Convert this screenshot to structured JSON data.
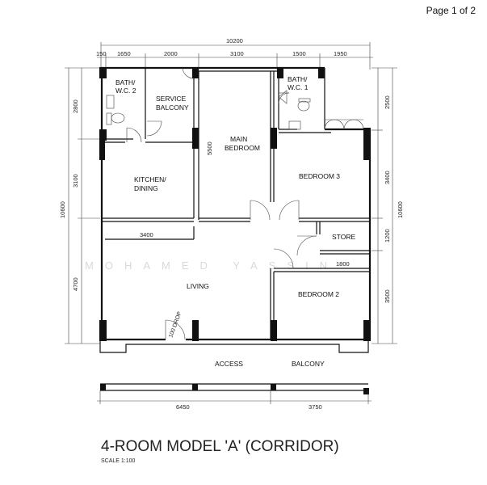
{
  "page_indicator": "Page 1 of 2",
  "title": "4-ROOM MODEL 'A' (CORRIDOR)",
  "scale": "SCALE 1:100",
  "watermark": "MOHAMED YASSIN",
  "rooms": {
    "bath_wc2": [
      "BATH/",
      "W.C. 2"
    ],
    "service_balcony": [
      "SERVICE",
      "BALCONY"
    ],
    "main_bedroom": [
      "MAIN",
      "BEDROOM"
    ],
    "bath_wc1": [
      "BATH/",
      "W.C. 1"
    ],
    "kitchen_dining": [
      "KITCHEN/",
      "DINING"
    ],
    "bedroom3": "BEDROOM 3",
    "store": "STORE",
    "living": "LIVING",
    "bedroom2": "BEDROOM 2",
    "access": "ACCESS",
    "balcony": "BALCONY",
    "door_label": "100 DROP"
  },
  "dimensions": {
    "top_total": "10200",
    "top_segments": [
      "150",
      "1650",
      "2000",
      "3100",
      "1500",
      "1950"
    ],
    "bottom_segments": [
      "6450",
      "3750"
    ],
    "left_total": "10600",
    "left_segments": [
      "2800",
      "3100",
      "4700"
    ],
    "right_total": "10600",
    "right_segments": [
      "2500",
      "3400",
      "1200",
      "3500"
    ],
    "inner": [
      "5500",
      "3400",
      "1800"
    ]
  }
}
